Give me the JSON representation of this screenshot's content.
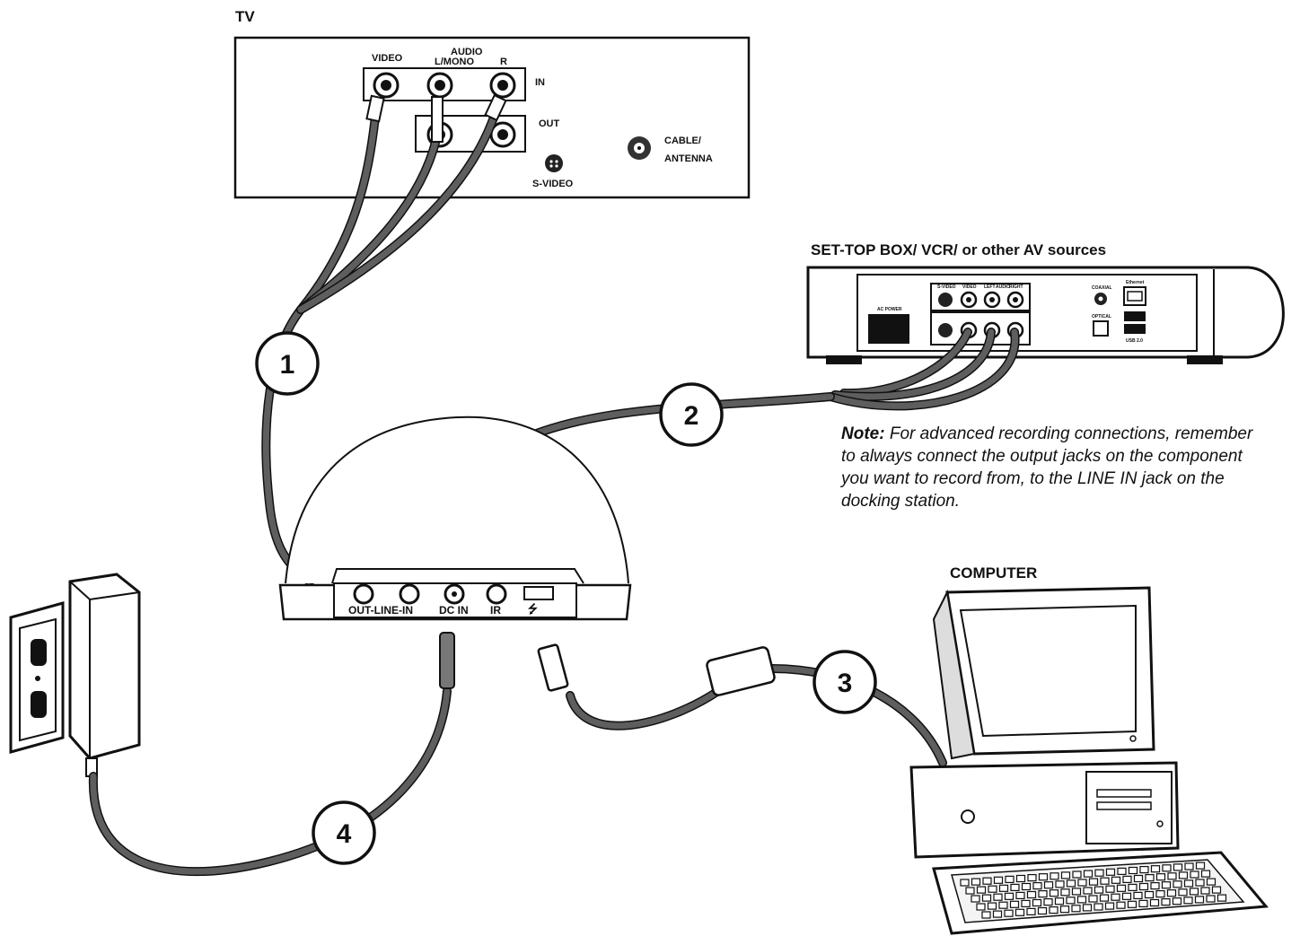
{
  "tv": {
    "title": "TV",
    "video": "VIDEO",
    "audio": "AUDIO",
    "lmono": "L/MONO",
    "r": "R",
    "in": "IN",
    "out": "OUT",
    "svideo": "S-VIDEO",
    "cable1": "CABLE/",
    "cable2": "ANTENNA"
  },
  "stb": {
    "title": "SET-TOP BOX/ VCR/ or other AV sources",
    "ac_power": "AC POWER",
    "svideo": "S-VIDEO",
    "video": "VIDEO",
    "left": "LEFT",
    "audio": "AUDIO",
    "right": "RIGHT",
    "coaxial": "COAXIAL",
    "optical": "OPTICAL",
    "ethernet": "Ethernet",
    "usb": "USB 2.0"
  },
  "dock": {
    "out_line_in": "OUT-LINE-IN",
    "dc_in": "DC IN",
    "ir": "IR"
  },
  "computer": {
    "title": "COMPUTER"
  },
  "steps": [
    "1",
    "2",
    "3",
    "4"
  ],
  "note": {
    "label": "Note:",
    "text": "For advanced recording connections, remember to always connect the output jacks on the component you want to record from, to the LINE IN jack on the docking station."
  }
}
